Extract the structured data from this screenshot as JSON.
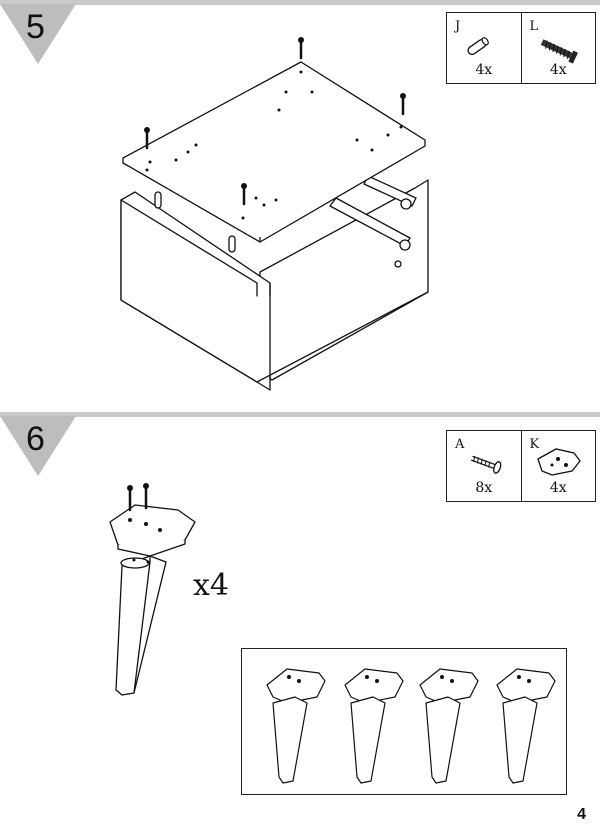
{
  "steps": [
    {
      "number": "5",
      "parts": [
        {
          "letter": "J",
          "qty": "4x",
          "icon": "dowel-icon"
        },
        {
          "letter": "L",
          "qty": "4x",
          "icon": "screw-icon"
        }
      ]
    },
    {
      "number": "6",
      "parts": [
        {
          "letter": "A",
          "qty": "8x",
          "icon": "bolt-icon"
        },
        {
          "letter": "K",
          "qty": "4x",
          "icon": "leg-plate-icon"
        }
      ],
      "multiplier": "x4"
    }
  ],
  "page_number": "4"
}
